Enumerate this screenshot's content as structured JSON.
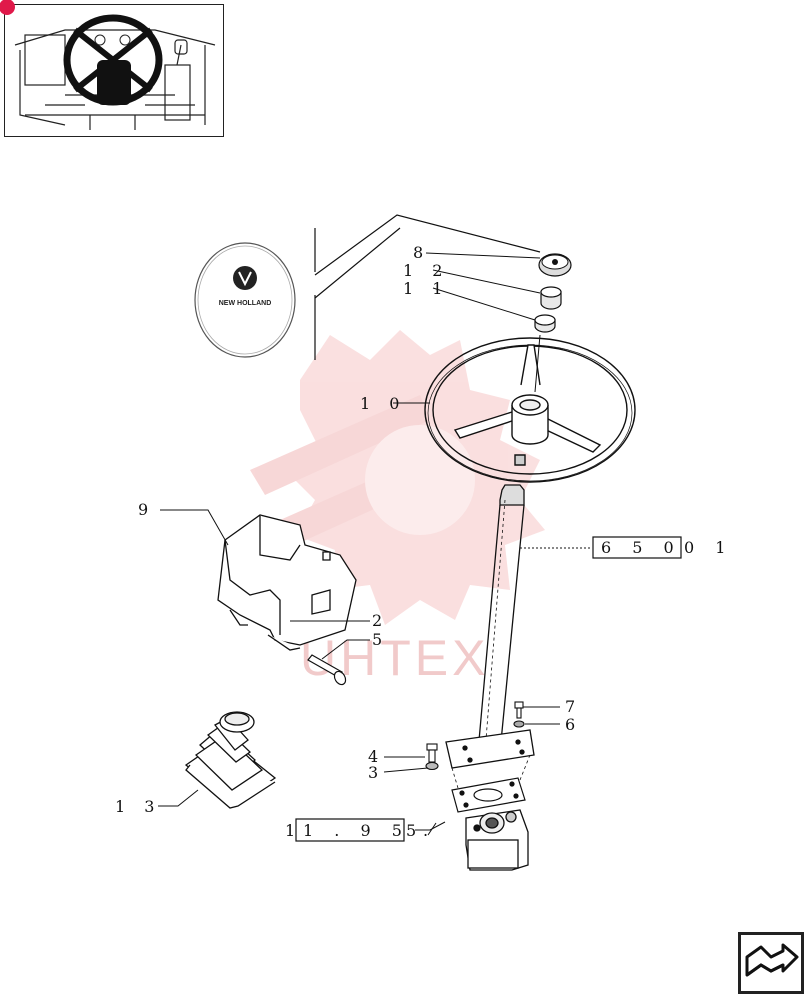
{
  "watermark": {
    "text": "UHTEX",
    "color": "#f5c4c4"
  },
  "logo": {
    "text": "NEW HOLLAND"
  },
  "callouts": {
    "c1": "8",
    "c2": "1 2",
    "c3": "1 1",
    "c4": "1 0",
    "c5": "9",
    "c6": "2",
    "c7": "5",
    "c8": "7",
    "c9": "6",
    "c10": "4",
    "c11": "3",
    "c12": "1 3"
  },
  "references": {
    "ref1": {
      "boxed": "6 5 0",
      "suffix": "0 1"
    },
    "ref2": {
      "prefix": "1",
      "boxed": "1 . 9 5 .",
      "suffix": "5"
    }
  },
  "colors": {
    "line": "#111111",
    "badge": "#e0194a"
  },
  "icons": {
    "nav": "return-arrow-icon",
    "thumbnail": "steering-wheel-cab-thumbnail"
  }
}
